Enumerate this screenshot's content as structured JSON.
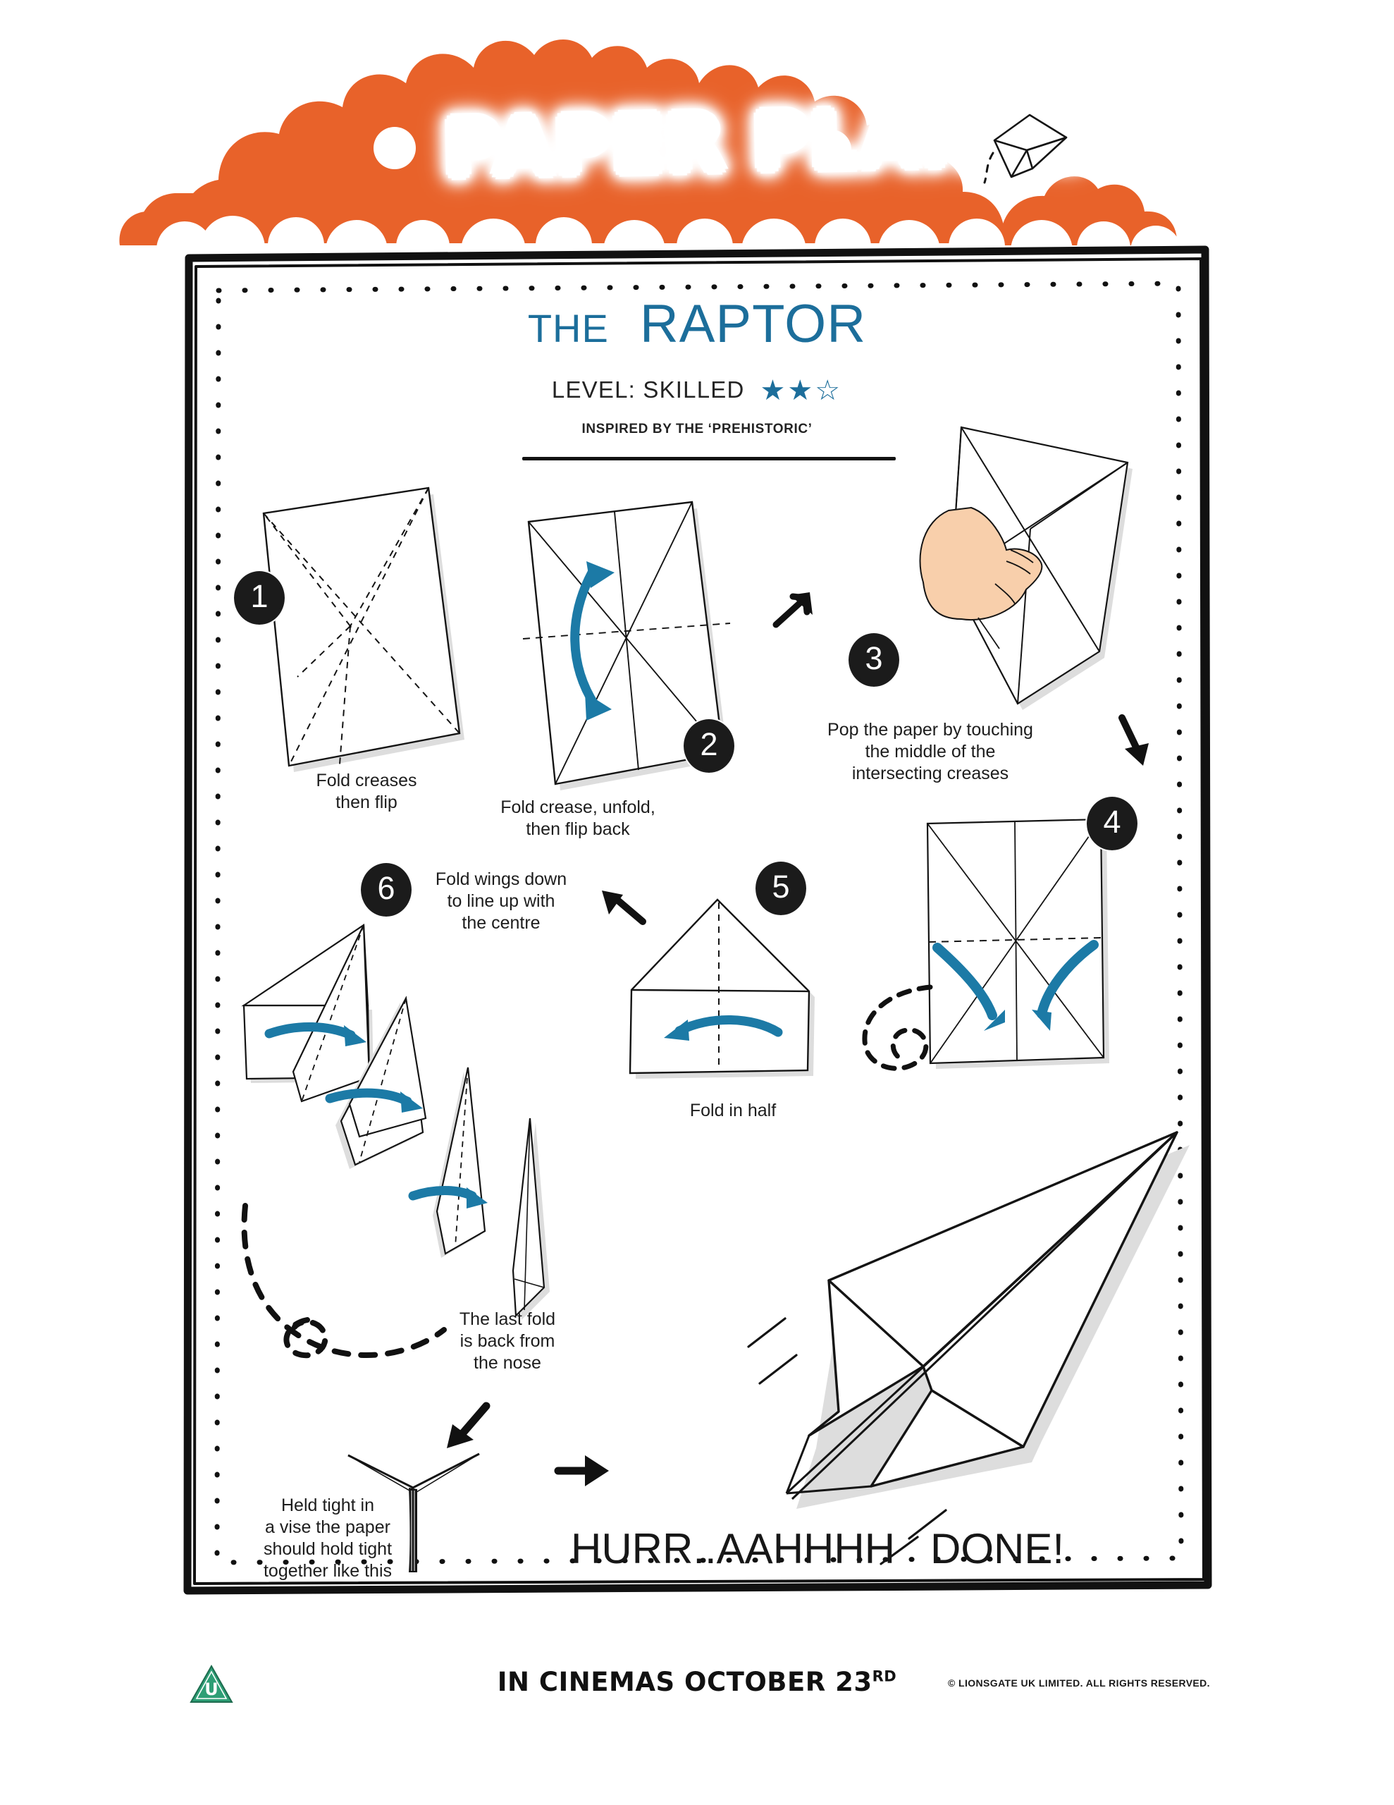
{
  "brand": {
    "logo_text": "PAPER PLANES",
    "logo_plane_icon": "paper-plane-icon",
    "cloud_color": "#E8622A",
    "accent_blue": "#1C6E9B"
  },
  "title": {
    "the": "THE",
    "name": "RAPTOR",
    "level_label": "LEVEL: SKILLED",
    "stars_filled": 2,
    "stars_total": 3,
    "stars_glyphs": "★★☆",
    "inspired": "INSPIRED BY THE ‘PREHISTORIC’"
  },
  "steps": [
    {
      "number": "1",
      "caption": "Fold creases\nthen flip"
    },
    {
      "number": "2",
      "caption": "Fold crease, unfold,\nthen flip back"
    },
    {
      "number": "3",
      "caption": "Pop the paper by touching\nthe middle of the\nintersecting creases"
    },
    {
      "number": "4",
      "caption": ""
    },
    {
      "number": "5",
      "caption": "Fold in half"
    },
    {
      "number": "6",
      "caption": "Fold wings down\nto line up with\nthe centre"
    }
  ],
  "notes": {
    "last_fold": "The last fold\nis back from\nthe nose",
    "vise": "Held tight in\na vise the paper\nshould hold tight\ntogether like this"
  },
  "finish": {
    "shout": "HURR..AAHHHH",
    "done": "DONE!"
  },
  "footer": {
    "certificate": "U",
    "release": "IN CINEMAS OCTOBER 23",
    "release_suffix": "RD",
    "copyright": "© LIONSGATE UK LIMITED. ALL RIGHTS RESERVED."
  }
}
